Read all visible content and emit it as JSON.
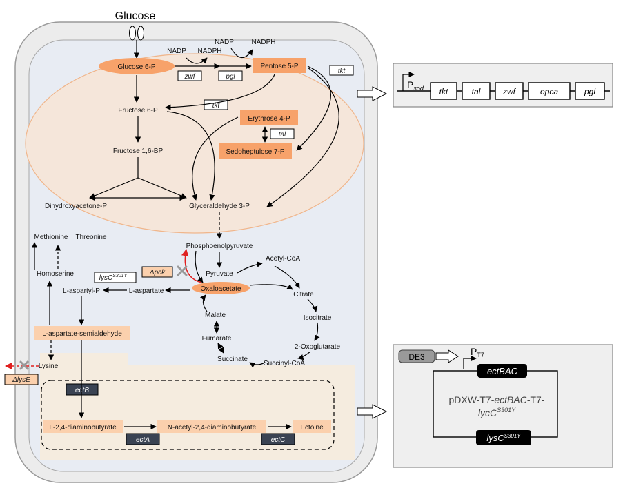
{
  "colors": {
    "cell_outer": "#ececec",
    "cell_inner": "#e8ecf3",
    "ppp_zone": "#f5e6da",
    "ppp_border": "#f0b68c",
    "highlight": "#f7a26a",
    "pale_orange": "#fbd0ad",
    "dark_box": "#3a4353",
    "red": "#e02020",
    "panel_bg": "#efefef"
  },
  "labels": {
    "glucose": "Glucose",
    "glucose6p": "Glucose 6-P",
    "nadp1": "NADP",
    "nadph1": "NADPH",
    "nadp2": "NADP",
    "nadph2": "NADPH",
    "pentose5p": "Pentose 5-P",
    "fructose6p": "Fructose 6-P",
    "erythrose4p": "Erythrose 4-P",
    "fructose16bp": "Fructose 1,6-BP",
    "sedoheptulose7p": "Sedoheptulose 7-P",
    "dhap": "Dihydroxyacetone-P",
    "g3p": "Glyceraldehyde 3-P",
    "methionine": "Methionine",
    "threonine": "Threonine",
    "pep": "Phosphoenolpyruvate",
    "acetylcoa": "Acetyl-CoA",
    "homoserine": "Homoserine",
    "pyruvate": "Pyruvate",
    "oxaloacetate": "Oxaloacetate",
    "laspartylp": "L-aspartyl-P",
    "laspartate": "L-aspartate",
    "citrate": "Citrate",
    "isocitrate": "Isocitrate",
    "malate": "Malate",
    "fumarate": "Fumarate",
    "lasa": "L-aspartate-semialdehyde",
    "oxoglutarate": "2-Oxoglutarate",
    "succinate": "Succinate",
    "succinylcoa": "Succinyl-CoA",
    "lysine": "Lysine",
    "dab": "L-2,4-diaminobutyrate",
    "nadab": "N-acetyl-2,4-diaminobutyrate",
    "ectoine": "Ectoine"
  },
  "genes": {
    "zwf": "zwf",
    "pgl": "pgl",
    "tkt1": "tkt",
    "tkt2": "tkt",
    "tal": "tal",
    "dpck": "Δpck",
    "lysc": "lysC",
    "lysc_sup": "S301Y",
    "dlyse": "ΔlysE",
    "ectB": "ectB",
    "ectA": "ectA",
    "ectC": "ectC"
  },
  "operon": {
    "promoter": "P",
    "promoter_sub": "sod",
    "genes": [
      "tkt",
      "tal",
      "zwf",
      "opca",
      "pgl"
    ]
  },
  "plasmid": {
    "de3": "DE3",
    "pt7": "P",
    "pt7_sub": "T7",
    "ectbac": "ectBAC",
    "name_l1_a": "pDXW-T7-",
    "name_l1_b": "ectBAC",
    "name_l1_c": "-T7-",
    "name_l2": "lycC",
    "name_l2_sup": "S301Y",
    "lysc_box": "lysC",
    "lysc_box_sup": "S301Y"
  }
}
